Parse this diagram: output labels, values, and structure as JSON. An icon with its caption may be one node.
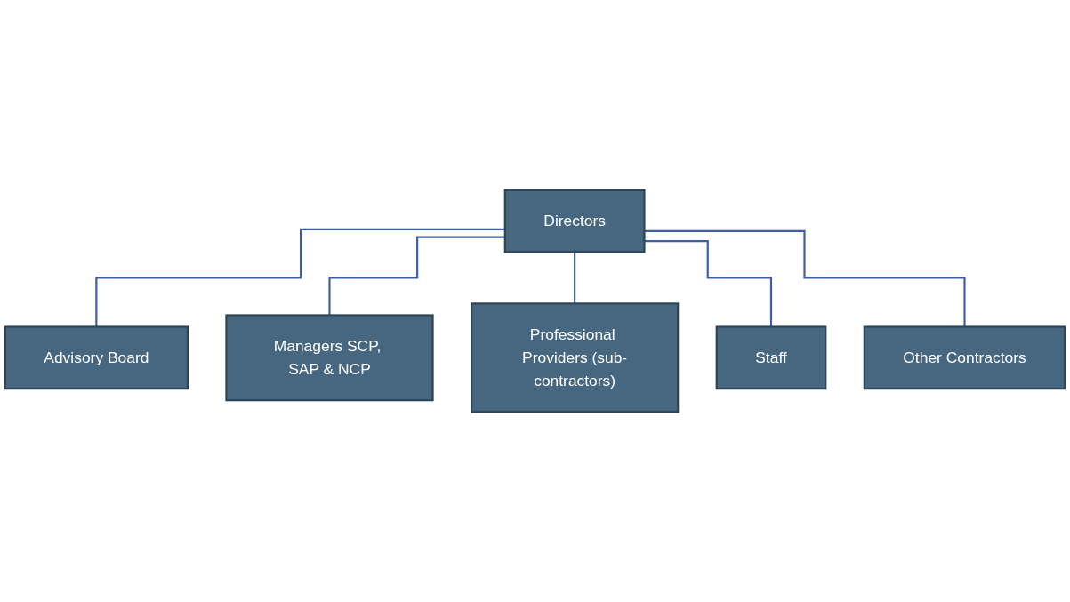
{
  "diagram": {
    "nodes": [
      {
        "text": [
          "Directors"
        ]
      },
      {
        "text": [
          "Advisory Board"
        ]
      },
      {
        "text": [
          "Managers SCP, SAP & NCP"
        ]
      },
      {
        "text": [
          "Professional Providers (sub-contractors)"
        ]
      },
      {
        "text": [
          "Staff"
        ]
      },
      {
        "text": [
          "Other Contractors"
        ]
      }
    ],
    "edges": [
      {
        "from": 0,
        "to": 1,
        "arrow": "none"
      },
      {
        "from": 0,
        "to": 2,
        "arrow": "none"
      },
      {
        "from": 0,
        "to": 3,
        "arrow": "none"
      },
      {
        "from": 0,
        "to": 4,
        "arrow": "none"
      },
      {
        "from": 0,
        "to": 5,
        "arrow": "none"
      }
    ]
  }
}
